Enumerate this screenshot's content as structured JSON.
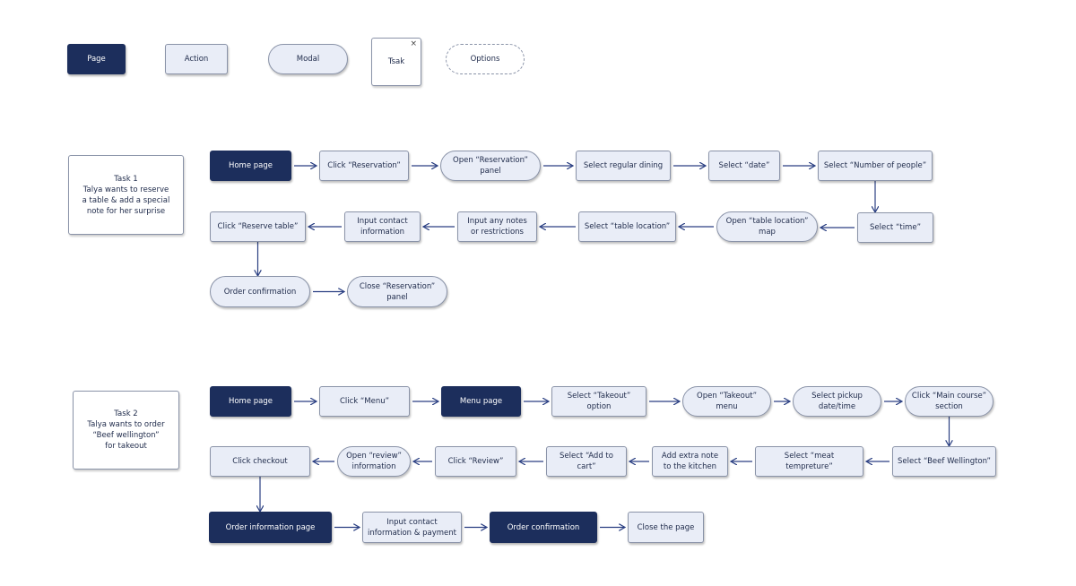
{
  "legend": [
    {
      "id": "legend-page",
      "type": "page",
      "label": "Page"
    },
    {
      "id": "legend-action",
      "type": "action",
      "label": "Action"
    },
    {
      "id": "legend-modal",
      "type": "modal",
      "label": "Modal"
    },
    {
      "id": "legend-task",
      "type": "task",
      "label": "Tsak",
      "close_glyph": "×"
    },
    {
      "id": "legend-options",
      "type": "options",
      "label": "Options"
    }
  ],
  "task1": {
    "description": "Task 1\nTalya wants to reserve\na table & add a special\nnote for her surprise",
    "nodes": [
      {
        "id": "t1-home",
        "type": "page",
        "label": "Home page"
      },
      {
        "id": "t1-click-reservation",
        "type": "action",
        "label": "Click “Reservation”"
      },
      {
        "id": "t1-open-reservation-panel",
        "type": "modal",
        "label": "Open “Reservation”\npanel"
      },
      {
        "id": "t1-select-regular-dining",
        "type": "action",
        "label": "Select regular dining"
      },
      {
        "id": "t1-select-date",
        "type": "action",
        "label": "Select “date”"
      },
      {
        "id": "t1-select-number-people",
        "type": "action",
        "label": "Select “Number of people”"
      },
      {
        "id": "t1-select-time",
        "type": "action",
        "label": "Select “time”"
      },
      {
        "id": "t1-open-table-location-map",
        "type": "modal",
        "label": "Open “table location”\nmap"
      },
      {
        "id": "t1-select-table-location",
        "type": "action",
        "label": "Select “table location”"
      },
      {
        "id": "t1-input-notes",
        "type": "action",
        "label": "Input any notes\nor restrictions"
      },
      {
        "id": "t1-input-contact",
        "type": "action",
        "label": "Input contact\ninformation"
      },
      {
        "id": "t1-click-reserve-table",
        "type": "action",
        "label": "Click “Reserve table”"
      },
      {
        "id": "t1-order-confirmation",
        "type": "modal",
        "label": "Order confirmation"
      },
      {
        "id": "t1-close-reservation-panel",
        "type": "modal",
        "label": "Close “Reservation”\npanel"
      }
    ],
    "edges": [
      [
        "t1-home",
        "t1-click-reservation"
      ],
      [
        "t1-click-reservation",
        "t1-open-reservation-panel"
      ],
      [
        "t1-open-reservation-panel",
        "t1-select-regular-dining"
      ],
      [
        "t1-select-regular-dining",
        "t1-select-date"
      ],
      [
        "t1-select-date",
        "t1-select-number-people"
      ],
      [
        "t1-select-number-people",
        "t1-select-time"
      ],
      [
        "t1-select-time",
        "t1-open-table-location-map"
      ],
      [
        "t1-open-table-location-map",
        "t1-select-table-location"
      ],
      [
        "t1-select-table-location",
        "t1-input-notes"
      ],
      [
        "t1-input-notes",
        "t1-input-contact"
      ],
      [
        "t1-input-contact",
        "t1-click-reserve-table"
      ],
      [
        "t1-click-reserve-table",
        "t1-order-confirmation"
      ],
      [
        "t1-order-confirmation",
        "t1-close-reservation-panel"
      ]
    ]
  },
  "task2": {
    "description": "Task 2\nTalya wants to order\n“Beef wellington”\nfor takeout",
    "nodes": [
      {
        "id": "t2-home",
        "type": "page",
        "label": "Home page"
      },
      {
        "id": "t2-click-menu",
        "type": "action",
        "label": "Click “Menu”"
      },
      {
        "id": "t2-menu-page",
        "type": "page",
        "label": "Menu page"
      },
      {
        "id": "t2-select-takeout",
        "type": "action",
        "label": "Select “Takeout” option"
      },
      {
        "id": "t2-open-takeout-menu",
        "type": "modal",
        "label": "Open “Takeout”\nmenu"
      },
      {
        "id": "t2-select-pickup",
        "type": "modal",
        "label": "Select pickup\ndate/time"
      },
      {
        "id": "t2-click-main-course",
        "type": "modal",
        "label": "Click “Main course”\nsection"
      },
      {
        "id": "t2-select-beef",
        "type": "action",
        "label": "Select “Beef Wellington”"
      },
      {
        "id": "t2-select-meat-temp",
        "type": "action",
        "label": "Select “meat tempreture”"
      },
      {
        "id": "t2-add-extra-note",
        "type": "action",
        "label": "Add extra note\nto the kitchen"
      },
      {
        "id": "t2-select-add-to-cart",
        "type": "action",
        "label": "Select “Add to cart”"
      },
      {
        "id": "t2-click-review",
        "type": "action",
        "label": "Click “Review”"
      },
      {
        "id": "t2-open-review",
        "type": "modal",
        "label": "Open “review”\ninformation"
      },
      {
        "id": "t2-click-checkout",
        "type": "action",
        "label": "Click checkout"
      },
      {
        "id": "t2-order-info-page",
        "type": "page",
        "label": "Order information page"
      },
      {
        "id": "t2-input-contact-payment",
        "type": "action",
        "label": "Input contact\ninformation & payment"
      },
      {
        "id": "t2-order-confirmation",
        "type": "page",
        "label": "Order confirmation"
      },
      {
        "id": "t2-close-page",
        "type": "action",
        "label": "Close the page"
      }
    ],
    "edges": [
      [
        "t2-home",
        "t2-click-menu"
      ],
      [
        "t2-click-menu",
        "t2-menu-page"
      ],
      [
        "t2-menu-page",
        "t2-select-takeout"
      ],
      [
        "t2-select-takeout",
        "t2-open-takeout-menu"
      ],
      [
        "t2-open-takeout-menu",
        "t2-select-pickup"
      ],
      [
        "t2-select-pickup",
        "t2-click-main-course"
      ],
      [
        "t2-click-main-course",
        "t2-select-beef"
      ],
      [
        "t2-select-beef",
        "t2-select-meat-temp"
      ],
      [
        "t2-select-meat-temp",
        "t2-add-extra-note"
      ],
      [
        "t2-add-extra-note",
        "t2-select-add-to-cart"
      ],
      [
        "t2-select-add-to-cart",
        "t2-click-review"
      ],
      [
        "t2-click-review",
        "t2-open-review"
      ],
      [
        "t2-open-review",
        "t2-click-checkout"
      ],
      [
        "t2-click-checkout",
        "t2-order-info-page"
      ],
      [
        "t2-order-info-page",
        "t2-input-contact-payment"
      ],
      [
        "t2-input-contact-payment",
        "t2-order-confirmation"
      ],
      [
        "t2-order-confirmation",
        "t2-close-page"
      ]
    ]
  },
  "colors": {
    "page": "#1c2e5c",
    "action_fill": "#e9edf7",
    "border": "#8a93a8",
    "arrow": "#2a3f82"
  }
}
